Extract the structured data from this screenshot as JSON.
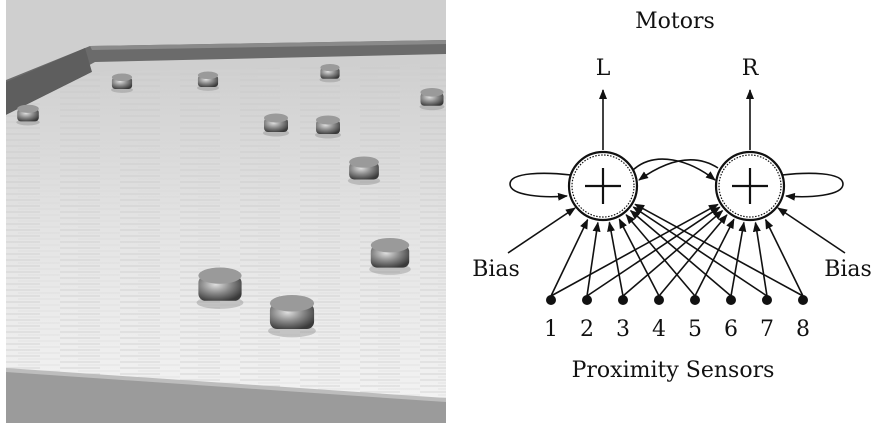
{
  "diagram": {
    "top_label": "Motors",
    "motor_left": "L",
    "motor_right": "R",
    "bias_left": "Bias",
    "bias_right": "Bias",
    "sensor_numbers": [
      "1",
      "2",
      "3",
      "4",
      "5",
      "6",
      "7",
      "8"
    ],
    "bottom_label": "Proximity Sensors",
    "neuron_symbol": "+"
  }
}
